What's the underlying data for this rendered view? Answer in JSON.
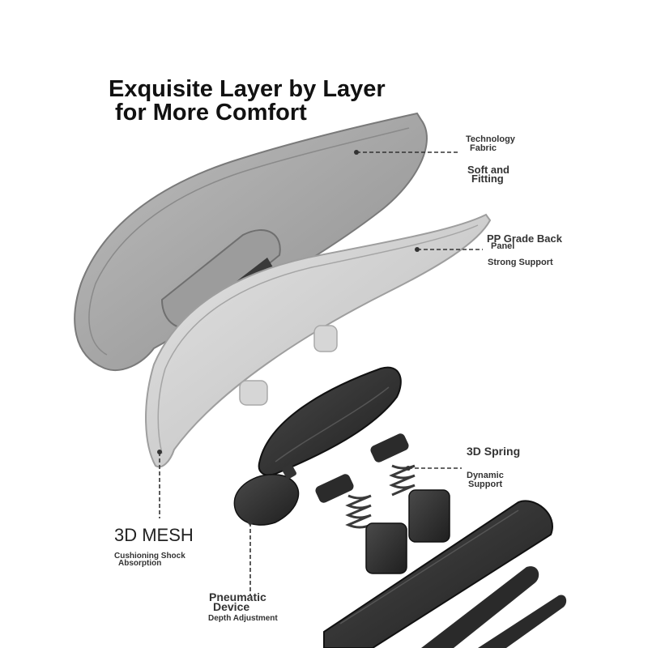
{
  "title": {
    "line1": "Exquisite Layer by Layer",
    "line2": "for More Comfort"
  },
  "layers": [
    {
      "id": "technology-fabric",
      "name_line1": "Technology",
      "name_line2": "Fabric",
      "desc_line1": "Soft and",
      "desc_line2": "Fitting"
    },
    {
      "id": "pp-back-panel",
      "name_line1": "PP Grade Back",
      "name_line2": "Panel",
      "desc_line1": "Strong Support"
    },
    {
      "id": "3d-spring",
      "name_line1": "3D Spring",
      "desc_line1": "Dynamic",
      "desc_line2": "Support"
    },
    {
      "id": "3d-mesh",
      "name_line1": "3D MESH",
      "desc_line1": "Cushioning Shock",
      "desc_line2": "Absorption"
    },
    {
      "id": "pneumatic-device",
      "name_line1": "Pneumatic",
      "name_line2": "Device",
      "desc_line1": "Depth Adjustment"
    }
  ],
  "colors": {
    "background": "#ffffff",
    "text": "#222222",
    "fabric_layer": "#a9a9a9",
    "mesh_layer": "#cfcfcf",
    "dark_parts": "#2e2e2e"
  }
}
